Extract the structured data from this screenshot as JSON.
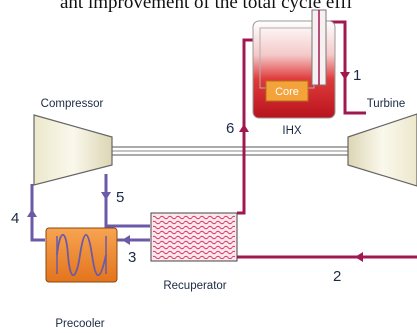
{
  "caption": "ant improvement of the total cycle effi",
  "components": {
    "compressor": "Compressor",
    "turbine": "Turbine",
    "core": "Core",
    "ihx": "IHX",
    "recuperator": "Recuperator",
    "precooler": "Precooler"
  },
  "state_points": [
    "1",
    "2",
    "3",
    "4",
    "5",
    "6"
  ],
  "colors": {
    "hot_loop": "#a01850",
    "cold_loop": "#6a5aa8",
    "compressor_fill": "#f2eed8",
    "precooler_fill": "#f08a2a",
    "ihx_red": "#d8202a"
  }
}
